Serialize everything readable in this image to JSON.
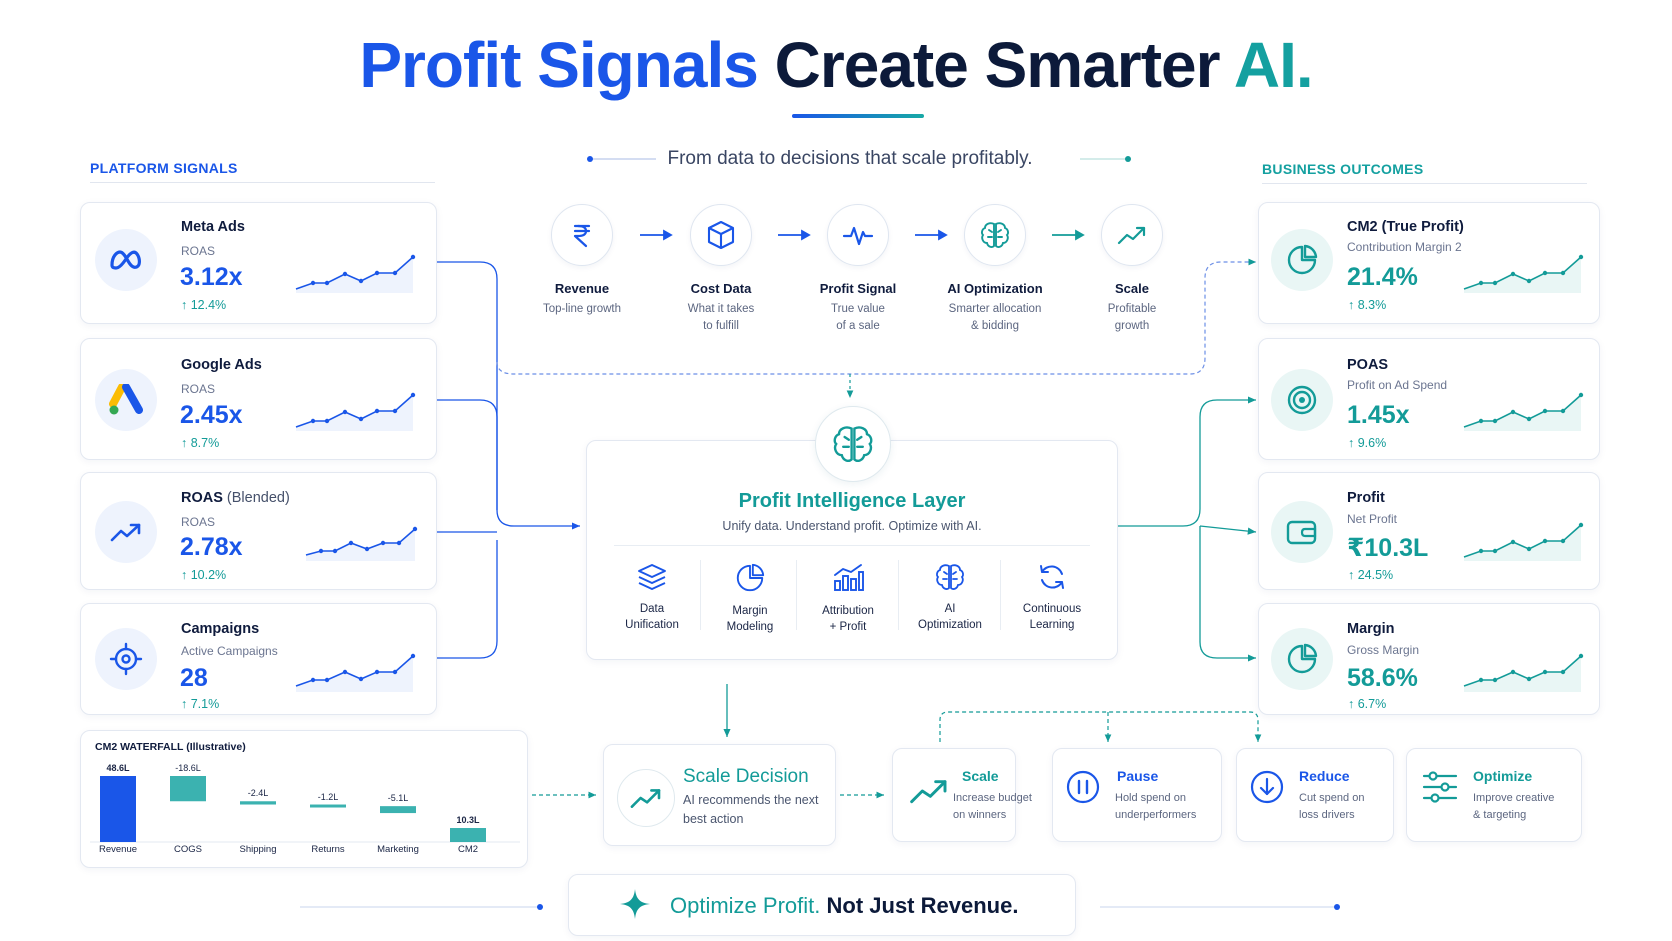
{
  "title": {
    "part1": "Profit Signals",
    "part2": "Create Smarter",
    "part3": "AI."
  },
  "subtitle": "From data to decisions that scale profitably.",
  "platform_signals": {
    "label": "PLATFORM SIGNALS",
    "cards": [
      {
        "name": "Meta Ads",
        "name_suffix": "",
        "metric": "ROAS",
        "value": "3.12x",
        "delta": "↑ 12.4%",
        "icon": "meta-icon"
      },
      {
        "name": "Google Ads",
        "name_suffix": "",
        "metric": "ROAS",
        "value": "2.45x",
        "delta": "↑ 8.7%",
        "icon": "google-ads-icon"
      },
      {
        "name": "ROAS",
        "name_suffix": " (Blended)",
        "metric": "ROAS",
        "value": "2.78x",
        "delta": "↑ 10.2%",
        "icon": "trend-up-icon"
      },
      {
        "name": "Campaigns",
        "name_suffix": "",
        "metric": "Active Campaigns",
        "value": "28",
        "delta": "↑ 7.1%",
        "icon": "target-icon"
      }
    ]
  },
  "business_outcomes": {
    "label": "BUSINESS OUTCOMES",
    "cards": [
      {
        "name": "CM2 (True Profit)",
        "metric": "Contribution Margin 2",
        "value": "21.4%",
        "delta": "↑ 8.3%",
        "icon": "pie-chart-icon"
      },
      {
        "name": "POAS",
        "metric": "Profit on Ad Spend",
        "value": "1.45x",
        "delta": "↑ 9.6%",
        "icon": "bullseye-icon"
      },
      {
        "name": "Profit",
        "metric": "Net Profit",
        "value": "₹10.3L",
        "delta": "↑ 24.5%",
        "icon": "wallet-icon"
      },
      {
        "name": "Margin",
        "metric": "Gross Margin",
        "value": "58.6%",
        "delta": "↑ 6.7%",
        "icon": "pie-chart-icon"
      }
    ]
  },
  "flow_steps": [
    {
      "label": "Revenue",
      "desc": [
        "Top-line growth"
      ],
      "icon": "rupee-icon",
      "color": "#1a56e8"
    },
    {
      "label": "Cost Data",
      "desc": [
        "What it takes",
        "to fulfill"
      ],
      "icon": "box-icon",
      "color": "#1a56e8"
    },
    {
      "label": "Profit Signal",
      "desc": [
        "True value",
        "of a sale"
      ],
      "icon": "pulse-icon",
      "color": "#1a56e8"
    },
    {
      "label": "AI Optimization",
      "desc": [
        "Smarter allocation",
        "& bidding"
      ],
      "icon": "brain-icon",
      "color": "#139b98"
    },
    {
      "label": "Scale",
      "desc": [
        "Profitable",
        "growth"
      ],
      "icon": "trend-up-icon",
      "color": "#139b98"
    }
  ],
  "hub": {
    "title": "Profit Intelligence Layer",
    "subtitle": "Unify data. Understand profit. Optimize with AI.",
    "items": [
      {
        "lines": [
          "Data",
          "Unification"
        ],
        "icon": "layers-icon"
      },
      {
        "lines": [
          "Margin",
          "Modeling"
        ],
        "icon": "pie-chart-icon"
      },
      {
        "lines": [
          "Attribution",
          "+ Profit"
        ],
        "icon": "bar-chart-icon"
      },
      {
        "lines": [
          "AI",
          "Optimization"
        ],
        "icon": "brain-icon"
      },
      {
        "lines": [
          "Continuous",
          "Learning"
        ],
        "icon": "refresh-icon"
      }
    ]
  },
  "waterfall": {
    "title": "CM2 WATERFALL (Illustrative)",
    "chart_data": {
      "type": "bar",
      "title": "CM2 WATERFALL (Illustrative)",
      "categories": [
        "Revenue",
        "COGS",
        "Shipping",
        "Returns",
        "Marketing",
        "CM2"
      ],
      "values": [
        48.6,
        -18.6,
        -2.4,
        -1.2,
        -5.1,
        10.3
      ],
      "value_labels": [
        "48.6L",
        "-18.6L",
        "-2.4L",
        "-1.2L",
        "-5.1L",
        "10.3L"
      ],
      "colors": {
        "revenue": "#1a56e8",
        "deductions": "#19a5a2"
      }
    }
  },
  "decision": {
    "title": "Scale Decision",
    "desc": "AI recommends the next best action",
    "icon": "trend-up-icon"
  },
  "actions": [
    {
      "title": "Scale",
      "desc": [
        "Increase budget",
        "on winners"
      ],
      "icon": "trend-up-icon",
      "color": "#139b98"
    },
    {
      "title": "Pause",
      "desc": [
        "Hold spend on",
        "underperformers"
      ],
      "icon": "pause-icon",
      "color": "#1a56e8"
    },
    {
      "title": "Reduce",
      "desc": [
        "Cut spend on",
        "loss drivers"
      ],
      "icon": "arrow-down-icon",
      "color": "#1a56e8"
    },
    {
      "title": "Optimize",
      "desc": [
        "Improve creative",
        "& targeting"
      ],
      "icon": "sliders-icon",
      "color": "#139b98"
    }
  ],
  "footer": {
    "part1": "Optimize Profit.",
    "part2": "Not Just Revenue.",
    "icon": "sparkle-icon"
  },
  "colors": {
    "blue": "#1a56e8",
    "teal": "#139b98",
    "dark": "#0c1a3a"
  }
}
